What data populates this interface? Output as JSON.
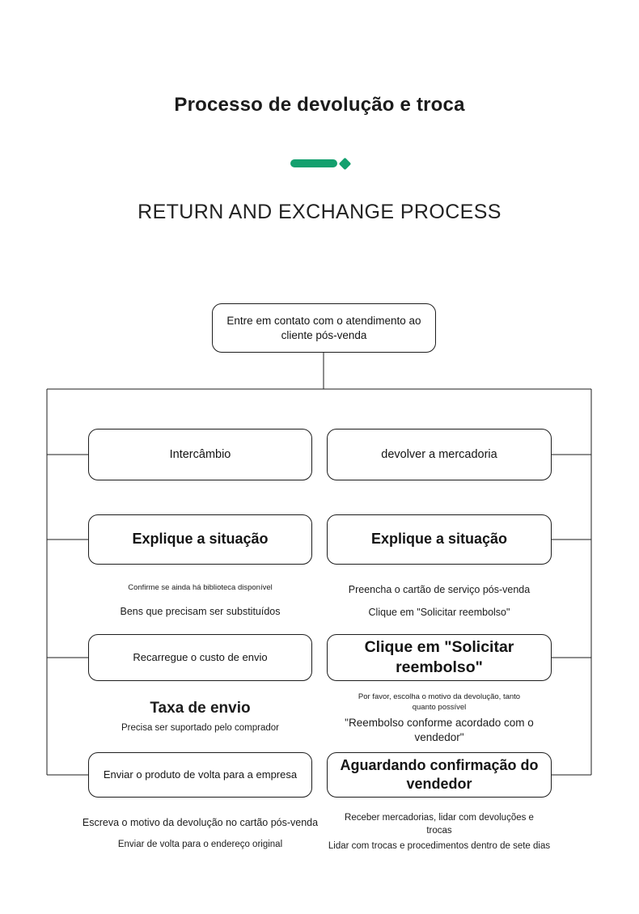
{
  "header": {
    "title_pt": "Processo de devolução e troca",
    "title_en": "RETURN AND EXCHANGE PROCESS",
    "divider_color": "#13a06e"
  },
  "flow": {
    "root": "Entre em contato com o atendimento ao cliente pós-venda",
    "left_branch": {
      "steps": [
        {
          "label": "Intercâmbio"
        },
        {
          "label": "Explique a situação"
        },
        {
          "label": "Recarregue o custo de envio"
        },
        {
          "label": "Enviar o produto de volta para a empresa"
        }
      ],
      "captions": {
        "after_step2_line1": "Confirme se ainda há biblioteca disponível",
        "after_step2_line2": "Bens que precisam ser substituídos",
        "after_step3_title": "Taxa de envio",
        "after_step3_sub": "Precisa ser suportado pelo comprador",
        "after_step4_line1": "Escreva o motivo da devolução no cartão pós-venda",
        "after_step4_line2": "Enviar de volta para o endereço original"
      }
    },
    "right_branch": {
      "steps": [
        {
          "label": "devolver a mercadoria"
        },
        {
          "label": "Explique a situação"
        },
        {
          "label": "Clique em \"Solicitar reembolso\""
        },
        {
          "label": "Aguardando confirmação do vendedor"
        }
      ],
      "captions": {
        "after_step2_line1": "Preencha o cartão de serviço pós-venda",
        "after_step2_line2": "Clique em \"Solicitar reembolso\"",
        "after_step3_line1": "Por favor, escolha o motivo da devolução, tanto quanto possível",
        "after_step3_line2": "\"Reembolso conforme acordado com o vendedor\"",
        "after_step4_line1": "Receber mercadorias, lidar com devoluções e trocas",
        "after_step4_line2": "Lidar com trocas e procedimentos dentro de sete dias"
      }
    }
  }
}
